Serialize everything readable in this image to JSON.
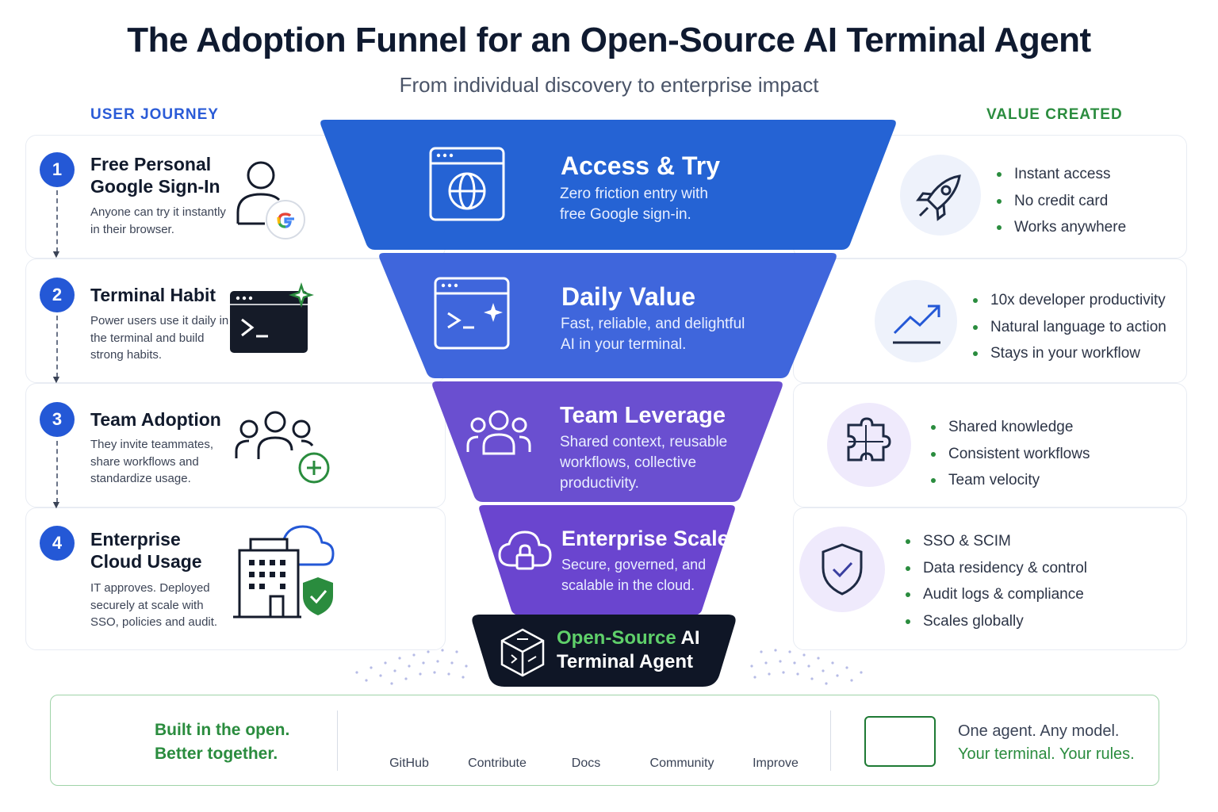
{
  "title": "The Adoption Funnel for an Open-Source AI Terminal Agent",
  "subtitle": "From individual discovery to enterprise impact",
  "columns": {
    "left": "USER JOURNEY",
    "right": "VALUE CREATED"
  },
  "colors": {
    "stage1": "#2563d4",
    "stage2": "#3f66dc",
    "stage3": "#6a4fd0",
    "stage4": "#6a45cf",
    "base": "#0f1626",
    "accent_green": "#2a8c3e",
    "badge_blue": "#2458d6"
  },
  "journey": [
    {
      "num": "1",
      "title": "Free Personal Google Sign-In",
      "desc": "Anyone can try it instantly in their browser.",
      "icon": "user-google-icon"
    },
    {
      "num": "2",
      "title": "Terminal Habit",
      "desc": "Power users use it daily in the terminal and build strong habits.",
      "icon": "terminal-sparkle-icon"
    },
    {
      "num": "3",
      "title": "Team Adoption",
      "desc": "They invite teammates, share workflows and standardize usage.",
      "icon": "team-add-icon"
    },
    {
      "num": "4",
      "title": "Enterprise Cloud Usage",
      "desc": "IT approves. Deployed securely at scale with SSO, policies and audit.",
      "icon": "building-cloud-shield-icon"
    }
  ],
  "funnel": [
    {
      "title": "Access & Try",
      "desc": "Zero friction entry with free Google sign-in.",
      "icon": "browser-globe-icon"
    },
    {
      "title": "Daily Value",
      "desc": "Fast, reliable, and delightful AI in your terminal.",
      "icon": "terminal-window-icon"
    },
    {
      "title": "Team Leverage",
      "desc": "Shared context, reusable workflows, collective productivity.",
      "icon": "people-group-icon"
    },
    {
      "title": "Enterprise Scale",
      "desc": "Secure, governed, and scalable in the cloud.",
      "icon": "cloud-lock-icon"
    }
  ],
  "base": {
    "highlight": "Open-Source",
    "rest1": " AI",
    "line2": "Terminal Agent",
    "icon": "cube-circuit-icon"
  },
  "value": [
    {
      "icon": "rocket-icon",
      "bullets": [
        "Instant access",
        "No credit card",
        "Works anywhere"
      ]
    },
    {
      "icon": "trend-up-icon",
      "bullets": [
        "10x developer productivity",
        "Natural language to action",
        "Stays in your workflow"
      ]
    },
    {
      "icon": "puzzle-icon",
      "bullets": [
        "Shared knowledge",
        "Consistent workflows",
        "Team velocity"
      ]
    },
    {
      "icon": "shield-check-icon",
      "bullets": [
        "SSO & SCIM",
        "Data residency & control",
        "Audit logs & compliance",
        "Scales globally"
      ]
    }
  ],
  "footer": {
    "built_line1": "Built in the open.",
    "built_line2": "Better together.",
    "links": [
      {
        "label": "GitHub",
        "icon": "github-icon"
      },
      {
        "label": "Contribute",
        "icon": "code-icon"
      },
      {
        "label": "Docs",
        "icon": "book-icon"
      },
      {
        "label": "Community",
        "icon": "chat-bubble-icon"
      },
      {
        "label": "Improve",
        "icon": "heart-icon"
      }
    ],
    "tagline1": "One agent. Any model.",
    "tagline2": "Your terminal. Your rules."
  }
}
